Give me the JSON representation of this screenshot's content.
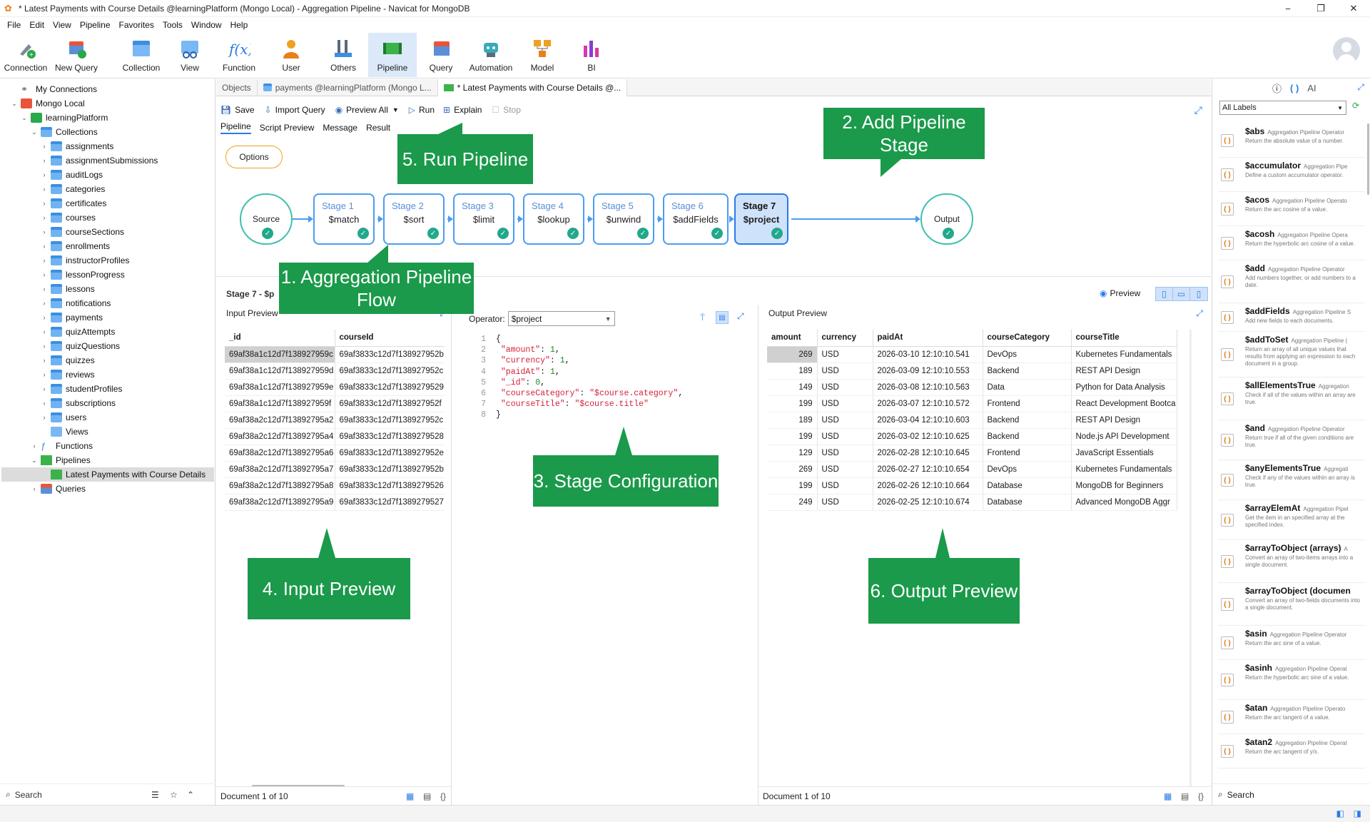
{
  "window": {
    "title": "* Latest Payments with Course Details @learningPlatform (Mongo Local) - Aggregation Pipeline - Navicat for MongoDB",
    "minimize": "−",
    "maximize": "❐",
    "close": "✕"
  },
  "menu": [
    "File",
    "Edit",
    "View",
    "Pipeline",
    "Favorites",
    "Tools",
    "Window",
    "Help"
  ],
  "toolbar": {
    "connection": "Connection",
    "new_query": "New Query",
    "collection": "Collection",
    "view": "View",
    "function": "Function",
    "user": "User",
    "others": "Others",
    "pipeline": "Pipeline",
    "query": "Query",
    "automation": "Automation",
    "model": "Model",
    "bi": "BI"
  },
  "tree": {
    "my_connections": "My Connections",
    "mongo_local": "Mongo Local",
    "db": "learningPlatform",
    "collections_label": "Collections",
    "collections": [
      "assignments",
      "assignmentSubmissions",
      "auditLogs",
      "categories",
      "certificates",
      "courses",
      "courseSections",
      "enrollments",
      "instructorProfiles",
      "lessonProgress",
      "lessons",
      "notifications",
      "payments",
      "quizAttempts",
      "quizQuestions",
      "quizzes",
      "reviews",
      "studentProfiles",
      "subscriptions",
      "users"
    ],
    "views": "Views",
    "functions": "Functions",
    "pipelines": "Pipelines",
    "pipeline_item": "Latest Payments with Course Details",
    "queries": "Queries",
    "search": "Search"
  },
  "tabs": {
    "objects": "Objects",
    "payments": "payments @learningPlatform (Mongo L...",
    "current": "* Latest Payments with Course Details @..."
  },
  "actions": {
    "save": "Save",
    "import_query": "Import Query",
    "preview_all": "Preview All",
    "run": "Run",
    "explain": "Explain",
    "stop": "Stop"
  },
  "subtabs": [
    "Pipeline",
    "Script Preview",
    "Message",
    "Result"
  ],
  "flow": {
    "options": "Options",
    "source": "Source",
    "output": "Output",
    "stages": [
      {
        "label": "Stage 1",
        "op": "$match"
      },
      {
        "label": "Stage 2",
        "op": "$sort"
      },
      {
        "label": "Stage 3",
        "op": "$limit"
      },
      {
        "label": "Stage 4",
        "op": "$lookup"
      },
      {
        "label": "Stage 5",
        "op": "$unwind"
      },
      {
        "label": "Stage 6",
        "op": "$addFields"
      },
      {
        "label": "Stage 7",
        "op": "$project"
      }
    ]
  },
  "stage_header": {
    "title": "Stage 7 - $p",
    "preview": "Preview"
  },
  "input_preview": {
    "title": "Input Preview",
    "columns": [
      "_id",
      "courseId"
    ],
    "rows": [
      [
        "69af38a1c12d7f138927959c",
        "69af3833c12d7f138927952b"
      ],
      [
        "69af38a1c12d7f138927959d",
        "69af3833c12d7f138927952c"
      ],
      [
        "69af38a1c12d7f138927959e",
        "69af3833c12d7f1389279529"
      ],
      [
        "69af38a1c12d7f138927959f",
        "69af3833c12d7f138927952f"
      ],
      [
        "69af38a2c12d7f13892795a2",
        "69af3833c12d7f138927952c"
      ],
      [
        "69af38a2c12d7f13892795a4",
        "69af3833c12d7f1389279528"
      ],
      [
        "69af38a2c12d7f13892795a6",
        "69af3833c12d7f138927952e"
      ],
      [
        "69af38a2c12d7f13892795a7",
        "69af3833c12d7f138927952b"
      ],
      [
        "69af38a2c12d7f13892795a8",
        "69af3833c12d7f1389279526"
      ],
      [
        "69af38a2c12d7f13892795a9",
        "69af3833c12d7f1389279527"
      ]
    ],
    "footer": "Document 1 of 10"
  },
  "config": {
    "operator_label": "Operator:",
    "operator_value": "$project",
    "code": [
      {
        "t": "{"
      },
      {
        "k": "\"amount\"",
        "v": "1",
        "tail": ","
      },
      {
        "k": "\"currency\"",
        "v": "1",
        "tail": ","
      },
      {
        "k": "\"paidAt\"",
        "v": "1",
        "tail": ","
      },
      {
        "k": "\"_id\"",
        "v": "0",
        "tail": ","
      },
      {
        "k": "\"courseCategory\"",
        "s": "\"$course.category\"",
        "tail": ","
      },
      {
        "k": "\"courseTitle\"",
        "s": "\"$course.title\"",
        "tail": ""
      },
      {
        "t": "}"
      }
    ]
  },
  "output_preview": {
    "title": "Output Preview",
    "columns": [
      "amount",
      "currency",
      "paidAt",
      "courseCategory",
      "courseTitle"
    ],
    "rows": [
      [
        "269",
        "USD",
        "2026-03-10 12:10:10.541",
        "DevOps",
        "Kubernetes Fundamentals"
      ],
      [
        "189",
        "USD",
        "2026-03-09 12:10:10.553",
        "Backend",
        "REST API Design"
      ],
      [
        "149",
        "USD",
        "2026-03-08 12:10:10.563",
        "Data",
        "Python for Data Analysis"
      ],
      [
        "199",
        "USD",
        "2026-03-07 12:10:10.572",
        "Frontend",
        "React Development Bootca"
      ],
      [
        "189",
        "USD",
        "2026-03-04 12:10:10.603",
        "Backend",
        "REST API Design"
      ],
      [
        "199",
        "USD",
        "2026-03-02 12:10:10.625",
        "Backend",
        "Node.js API Development"
      ],
      [
        "129",
        "USD",
        "2026-02-28 12:10:10.645",
        "Frontend",
        "JavaScript Essentials"
      ],
      [
        "269",
        "USD",
        "2026-02-27 12:10:10.654",
        "DevOps",
        "Kubernetes Fundamentals"
      ],
      [
        "199",
        "USD",
        "2026-02-26 12:10:10.664",
        "Database",
        "MongoDB for Beginners"
      ],
      [
        "249",
        "USD",
        "2026-02-25 12:10:10.674",
        "Database",
        "Advanced MongoDB Aggr"
      ]
    ],
    "footer": "Document 1 of 10"
  },
  "right_panel": {
    "labels_select": "All Labels",
    "ai": "AI",
    "search": "Search",
    "operators": [
      {
        "name": "$abs",
        "type": "Aggregation Pipeline Operator",
        "desc": "Return the absolute value of a number."
      },
      {
        "name": "$accumulator",
        "type": "Aggregation Pipe",
        "desc": "Define a custom accumulator operator."
      },
      {
        "name": "$acos",
        "type": "Aggregation Pipeline Operato",
        "desc": "Return the arc cosine of a value."
      },
      {
        "name": "$acosh",
        "type": "Aggregation Pipeline Opera",
        "desc": "Return the hyperbolic arc cosine of a value."
      },
      {
        "name": "$add",
        "type": "Aggregation Pipeline Operator",
        "desc": "Add numbers together, or add numbers to a date."
      },
      {
        "name": "$addFields",
        "type": "Aggregation Pipeline S",
        "desc": "Add new fields to each documents."
      },
      {
        "name": "$addToSet",
        "type": "Aggregation Pipeline (",
        "desc": "Return an array of all unique values that results from applying an expression to each document in a group."
      },
      {
        "name": "$allElementsTrue",
        "type": "Aggregation",
        "desc": "Check if all of the values within an array are true."
      },
      {
        "name": "$and",
        "type": "Aggregation Pipeline Operator",
        "desc": "Return true if all of the given conditions are true."
      },
      {
        "name": "$anyElementsTrue",
        "type": "Aggregati",
        "desc": "Check if any of the values within an array is true."
      },
      {
        "name": "$arrayElemAt",
        "type": "Aggregation Pipel",
        "desc": "Get the item in an specified array at the specified index."
      },
      {
        "name": "$arrayToObject (arrays)",
        "type": "A",
        "desc": "Convert an array of two-items arrays into a single document."
      },
      {
        "name": "$arrayToObject (documen",
        "type": "",
        "desc": "Convert an array of two-fields documents into a single document."
      },
      {
        "name": "$asin",
        "type": "Aggregation Pipeline Operator",
        "desc": "Return the arc sine of a value."
      },
      {
        "name": "$asinh",
        "type": "Aggregation Pipeline Operat",
        "desc": "Return the hyperbolic arc sine of a value."
      },
      {
        "name": "$atan",
        "type": "Aggregation Pipeline Operato",
        "desc": "Return the arc tangent of a value."
      },
      {
        "name": "$atan2",
        "type": "Aggregation Pipeline Operat",
        "desc": "Return the arc tangent of y/x."
      }
    ]
  },
  "callouts": {
    "c1": "1. Aggregation Pipeline Flow",
    "c2": "2. Add Pipeline Stage",
    "c3": "3. Stage Configuration",
    "c4": "4. Input Preview",
    "c5": "5. Run Pipeline",
    "c6": "6. Output Preview"
  }
}
